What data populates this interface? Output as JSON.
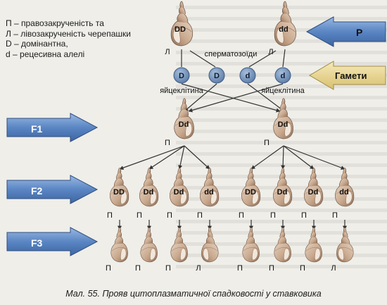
{
  "legend": {
    "line1": "П – правозакрученість та",
    "line2": "Л – лівозакрученість черепашки",
    "line3": "D – домінантна,",
    "line4": "d – рецесивна алелі"
  },
  "parents": [
    {
      "genotype": "DD",
      "coil": "Л"
    },
    {
      "genotype": "dd",
      "coil": "Л"
    }
  ],
  "gametes": {
    "sperm_label": "сперматозоїди",
    "egg_label_left": "яйцеклітина",
    "egg_label_right": "яйцеклітина",
    "cells": [
      "D",
      "D",
      "d",
      "d"
    ]
  },
  "f1": [
    {
      "genotype": "Dd",
      "coil": "П"
    },
    {
      "genotype": "Dd",
      "coil": "П"
    }
  ],
  "f2": [
    {
      "genotype": "DD",
      "coil": "П"
    },
    {
      "genotype": "Dd",
      "coil": "П"
    },
    {
      "genotype": "Dd",
      "coil": "П"
    },
    {
      "genotype": "dd",
      "coil": "П"
    },
    {
      "genotype": "DD",
      "coil": "П"
    },
    {
      "genotype": "Dd",
      "coil": "П"
    },
    {
      "genotype": "Dd",
      "coil": "П"
    },
    {
      "genotype": "dd",
      "coil": "П"
    }
  ],
  "f3": [
    {
      "coil": "П"
    },
    {
      "coil": "П"
    },
    {
      "coil": "П"
    },
    {
      "coil": "Л"
    },
    {
      "coil": "П"
    },
    {
      "coil": "П"
    },
    {
      "coil": "П"
    },
    {
      "coil": "Л"
    }
  ],
  "arrows": {
    "p": "P",
    "gametes": "Гамети",
    "f1": "F1",
    "f2": "F2",
    "f3": "F3"
  },
  "caption": "Мал. 55. Прояв цитоплазматичної спадковості у ставковика",
  "colors": {
    "shell": "#c9a98e",
    "shell_dark": "#9c7b62",
    "cell": "#6f8fb7",
    "arrow_blue": "#5a86c4",
    "arrow_yellow": "#e8d58b"
  }
}
